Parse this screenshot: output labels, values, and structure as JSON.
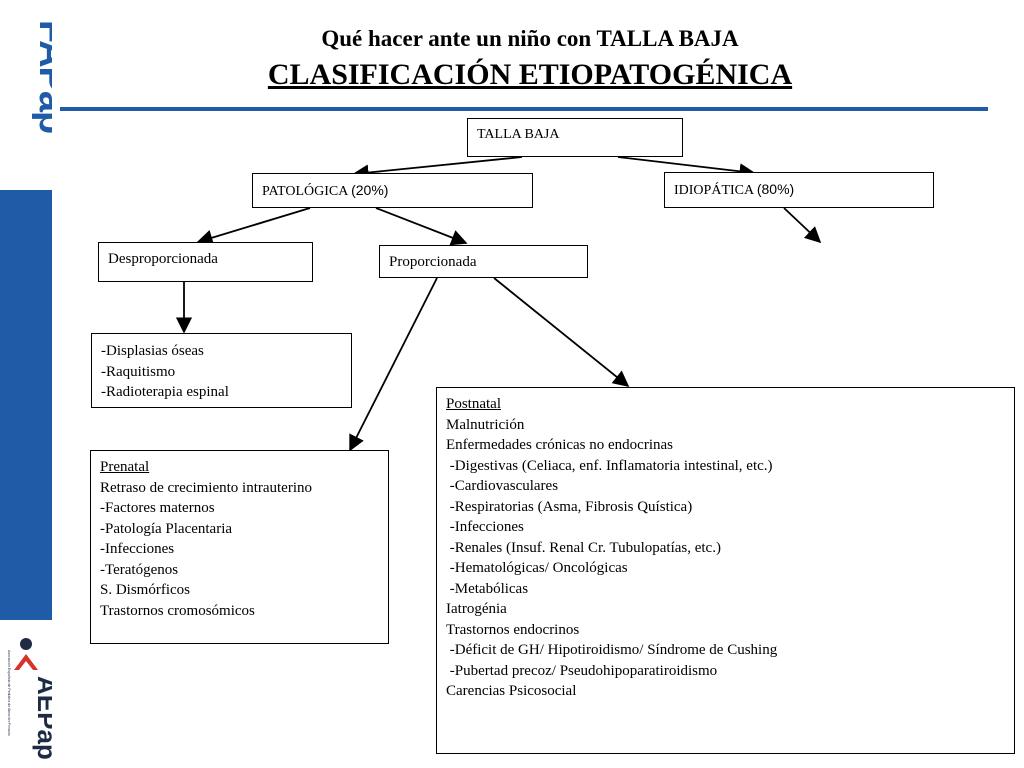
{
  "header": {
    "subtitle": "Qué hacer ante un niño con TALLA BAJA",
    "title": "CLASIFICACIÓN ETIOPATOGÉNICA"
  },
  "logos": {
    "top": "FAPap",
    "bottom": "AEPap",
    "bottom_small": "Asociación Española de Pediatría de Atención Primaria"
  },
  "colors": {
    "accent": "#1f5ba6",
    "logo_red": "#d9322b"
  },
  "nodes": {
    "root": "TALLA BAJA",
    "patologica": {
      "label": "PATOLÓGICA ",
      "pct": "(20%)"
    },
    "idiopatica": {
      "label": "IDIOPÁTICA ",
      "pct": "(80%)"
    },
    "desproporcionada": "Desproporcionada",
    "proporcionada": "Proporcionada",
    "desprop_list": [
      "-Displasias óseas",
      "-Raquitismo",
      "-Radioterapia espinal"
    ],
    "prenatal": {
      "heading": "Prenatal",
      "lines": [
        "Retraso de crecimiento intrauterino",
        "-Factores maternos",
        "-Patología Placentaria",
        "-Infecciones",
        "-Teratógenos",
        "S. Dismórficos",
        "Trastornos cromosómicos"
      ]
    },
    "postnatal": {
      "heading": "Postnatal",
      "lines": [
        "Malnutrición",
        "Enfermedades crónicas no endocrinas",
        " -Digestivas (Celiaca, enf. Inflamatoria intestinal, etc.)",
        " -Cardiovasculares",
        " -Respiratorias (Asma, Fibrosis Quística)",
        " -Infecciones",
        " -Renales (Insuf. Renal Cr. Tubulopatías, etc.)",
        " -Hematológicas/ Oncológicas",
        " -Metabólicas",
        "Iatrogénia",
        "Trastornos endocrinos",
        " -Déficit de GH/ Hipotiroidismo/ Síndrome de Cushing",
        " -Pubertad precoz/ Pseudohipoparatiroidismo",
        "Carencias Psicosocial"
      ]
    }
  }
}
